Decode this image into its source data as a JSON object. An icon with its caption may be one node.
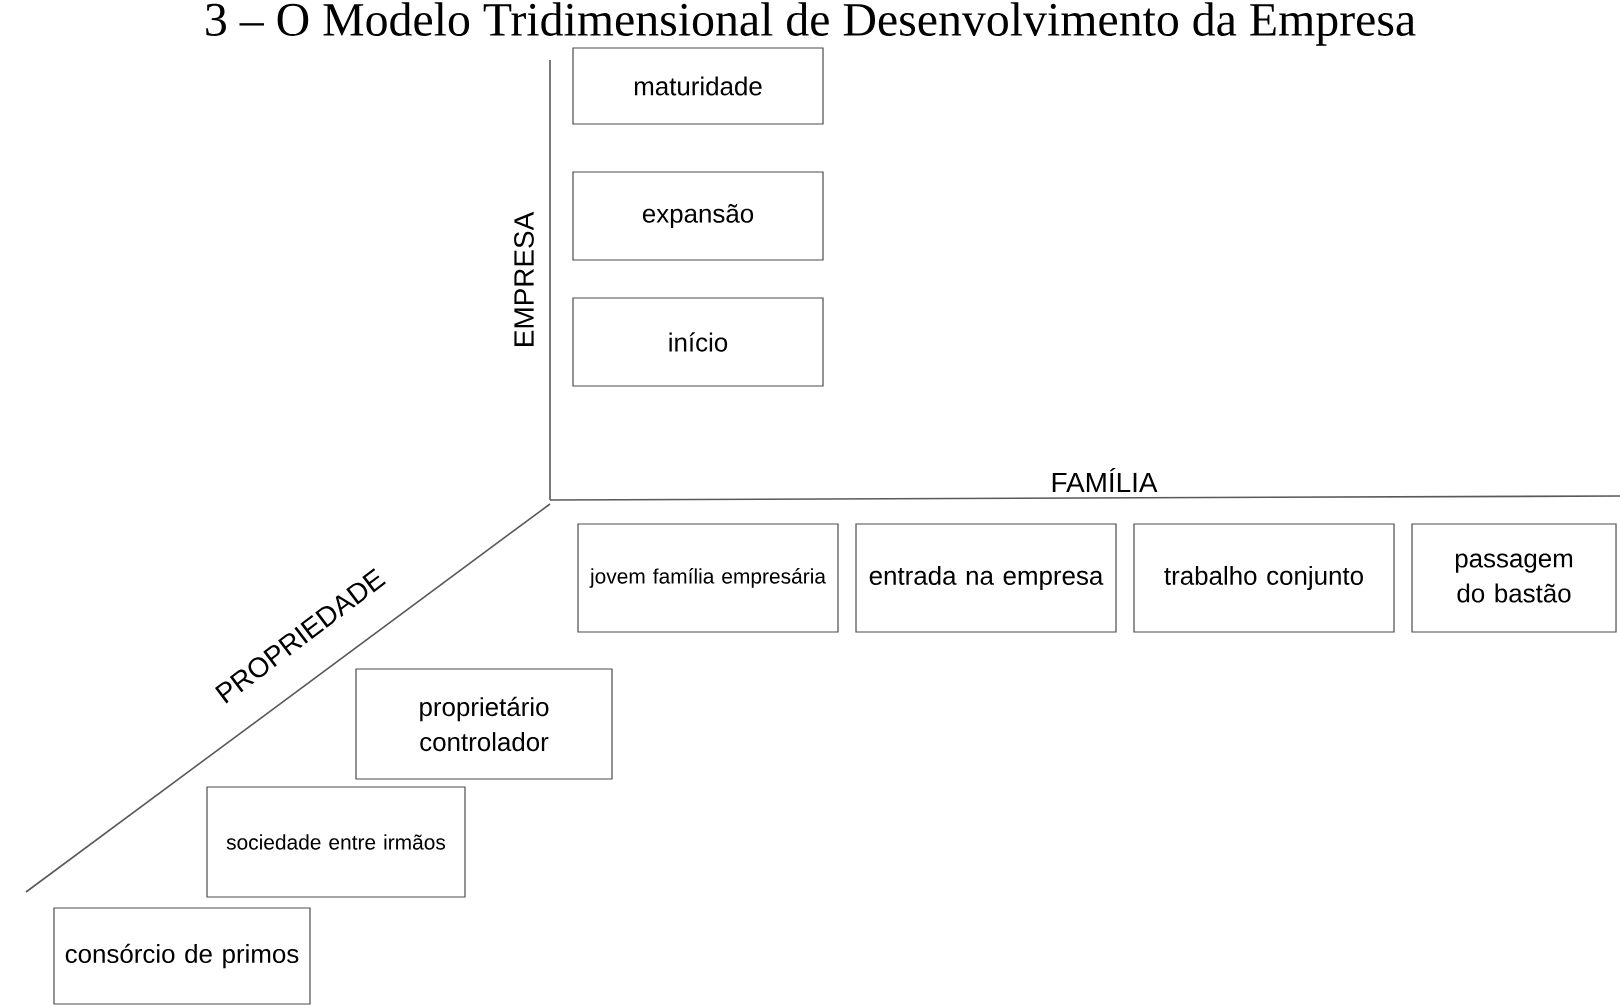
{
  "diagram": {
    "title": "3 – O Modelo Tridimensional de Desenvolvimento da Empresa",
    "nodes": [
      {
        "text": [
          "maturidade"
        ]
      },
      {
        "text": [
          "expansão"
        ]
      },
      {
        "text": [
          "início"
        ]
      },
      {
        "text": [
          "jovem família empresária"
        ]
      },
      {
        "text": [
          "entrada na empresa"
        ]
      },
      {
        "text": [
          "trabalho conjunto"
        ]
      },
      {
        "text": [
          "passagem do bastão"
        ]
      },
      {
        "text": [
          "proprietário controlador"
        ]
      },
      {
        "text": [
          "sociedade entre irmãos"
        ]
      },
      {
        "text": [
          "consórcio de primos"
        ]
      }
    ],
    "labels": [
      "EMPRESA",
      "FAMÍLIA",
      "PROPRIEDADE"
    ]
  }
}
